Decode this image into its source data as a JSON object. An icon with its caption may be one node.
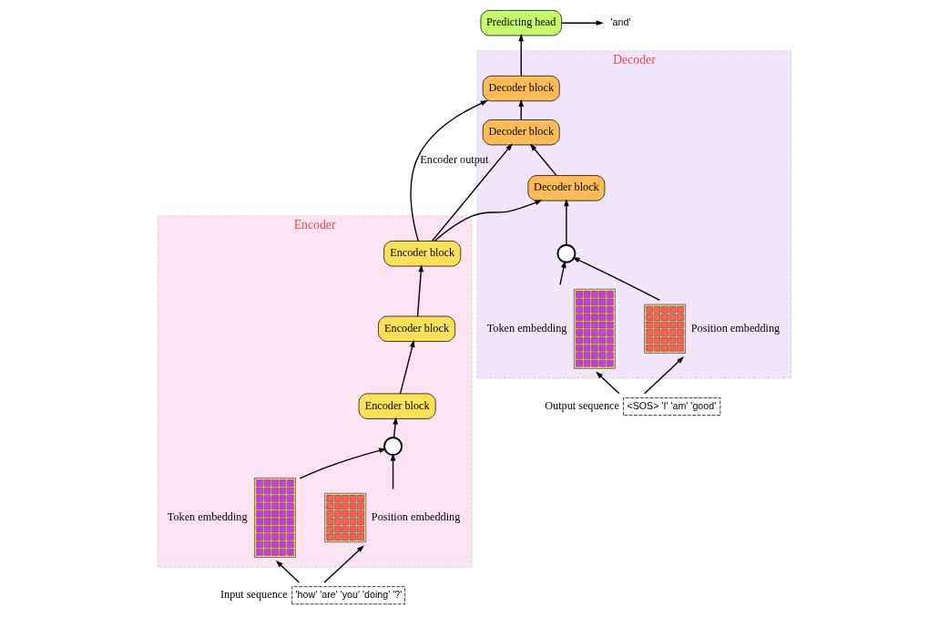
{
  "diagram": {
    "nodes": [
      {
        "text": [
          "Encoder"
        ]
      },
      {
        "text": [
          "Encoder block"
        ],
        "in": 0
      },
      {
        "text": [
          "Encoder block"
        ],
        "in": 0
      },
      {
        "text": [
          "Encoder block"
        ],
        "in": 0
      },
      {
        "text": [],
        "shape": "circle",
        "in": 0
      },
      {
        "text": [],
        "shape": "grid",
        "in": 0,
        "beside": [
          "Token embedding"
        ]
      },
      {
        "text": [],
        "shape": "grid",
        "in": 0,
        "beside": [
          "Position embedding"
        ]
      },
      {
        "text": [
          "'how' 'are' 'you' 'doing' '?'"
        ],
        "beside": [
          "Input sequence"
        ]
      },
      {
        "text": [
          "Decoder"
        ]
      },
      {
        "text": [
          "Decoder block"
        ],
        "in": 8
      },
      {
        "text": [
          "Decoder block"
        ],
        "in": 8
      },
      {
        "text": [
          "Decoder block"
        ],
        "in": 8
      },
      {
        "text": [],
        "shape": "circle",
        "in": 8
      },
      {
        "text": [],
        "shape": "grid",
        "in": 8,
        "beside": [
          "Token embedding"
        ]
      },
      {
        "text": [],
        "shape": "grid",
        "in": 8,
        "beside": [
          "Position embedding"
        ]
      },
      {
        "text": [
          "<SOS> 'I' 'am' 'good'"
        ],
        "beside": [
          "Output sequence"
        ]
      },
      {
        "text": [
          "Predicting head"
        ]
      },
      {
        "text": [
          "'and'"
        ]
      }
    ],
    "edges": [
      {
        "from": 3,
        "to": 2,
        "arrow": "to"
      },
      {
        "from": 2,
        "to": 1,
        "arrow": "to"
      },
      {
        "from": 4,
        "to": 3,
        "arrow": "to"
      },
      {
        "from": 5,
        "to": 4,
        "arrow": "to"
      },
      {
        "from": 6,
        "to": 4,
        "arrow": "to"
      },
      {
        "from": 7,
        "to": 5,
        "arrow": "to"
      },
      {
        "from": 7,
        "to": 6,
        "arrow": "to"
      },
      {
        "from": 1,
        "to": 9,
        "arrow": "to",
        "label": "Encoder output"
      },
      {
        "from": 1,
        "to": 10,
        "arrow": "to"
      },
      {
        "from": 1,
        "to": 11,
        "arrow": "to"
      },
      {
        "from": 11,
        "to": 10,
        "arrow": "to"
      },
      {
        "from": 10,
        "to": 9,
        "arrow": "to"
      },
      {
        "from": 12,
        "to": 11,
        "arrow": "to"
      },
      {
        "from": 13,
        "to": 12,
        "arrow": "to"
      },
      {
        "from": 14,
        "to": 12,
        "arrow": "to"
      },
      {
        "from": 15,
        "to": 13,
        "arrow": "to"
      },
      {
        "from": 15,
        "to": 14,
        "arrow": "to"
      },
      {
        "from": 9,
        "to": 16,
        "arrow": "to"
      },
      {
        "from": 16,
        "to": 17,
        "arrow": "to"
      }
    ]
  }
}
